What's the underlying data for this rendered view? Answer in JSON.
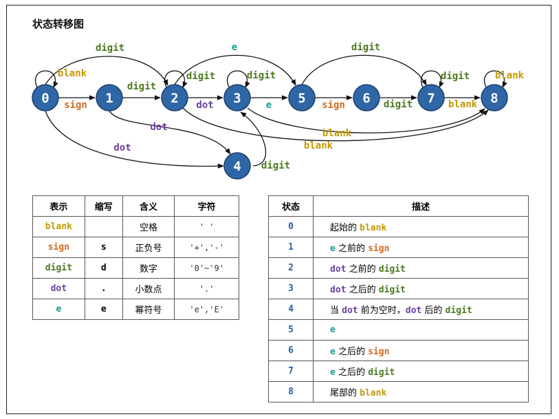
{
  "title": "状态转移图",
  "colors": {
    "node_fill": "#2f66a6",
    "node_stroke": "#1d3f6e",
    "blank": "#c49a00",
    "sign": "#d2691e",
    "digit": "#4a7a1e",
    "dot": "#6b3fa0",
    "e": "#129c94"
  },
  "nodes": [
    "0",
    "1",
    "2",
    "3",
    "4",
    "5",
    "6",
    "7",
    "8"
  ],
  "edges": [
    {
      "from": "0",
      "to": "0",
      "label": "blank"
    },
    {
      "from": "0",
      "to": "1",
      "label": "sign"
    },
    {
      "from": "0",
      "to": "2",
      "label": "digit"
    },
    {
      "from": "0",
      "to": "4",
      "label": "dot"
    },
    {
      "from": "1",
      "to": "2",
      "label": "digit"
    },
    {
      "from": "1",
      "to": "4",
      "label": "dot"
    },
    {
      "from": "2",
      "to": "2",
      "label": "digit"
    },
    {
      "from": "2",
      "to": "3",
      "label": "dot"
    },
    {
      "from": "2",
      "to": "5",
      "label": "e"
    },
    {
      "from": "2",
      "to": "8",
      "label": "blank"
    },
    {
      "from": "3",
      "to": "3",
      "label": "digit"
    },
    {
      "from": "3",
      "to": "5",
      "label": "e"
    },
    {
      "from": "3",
      "to": "8",
      "label": "blank"
    },
    {
      "from": "4",
      "to": "3",
      "label": "digit"
    },
    {
      "from": "5",
      "to": "6",
      "label": "sign"
    },
    {
      "from": "5",
      "to": "7",
      "label": "digit"
    },
    {
      "from": "6",
      "to": "7",
      "label": "digit"
    },
    {
      "from": "7",
      "to": "7",
      "label": "digit"
    },
    {
      "from": "7",
      "to": "8",
      "label": "blank"
    },
    {
      "from": "8",
      "to": "8",
      "label": "blank"
    }
  ],
  "symbol_table": {
    "headers": [
      "表示",
      "缩写",
      "含义",
      "字符"
    ],
    "rows": [
      {
        "symbol": "blank",
        "abbr": "",
        "meaning": "空格",
        "chars": "' '"
      },
      {
        "symbol": "sign",
        "abbr": "s",
        "meaning": "正负号",
        "chars": "'+','-'"
      },
      {
        "symbol": "digit",
        "abbr": "d",
        "meaning": "数字",
        "chars": "'0'~'9'"
      },
      {
        "symbol": "dot",
        "abbr": ".",
        "meaning": "小数点",
        "chars": "'.'"
      },
      {
        "symbol": "e",
        "abbr": "e",
        "meaning": "幂符号",
        "chars": "'e','E'"
      }
    ]
  },
  "state_table": {
    "headers": [
      "状态",
      "描述"
    ],
    "rows": [
      {
        "state": "0",
        "parts": [
          {
            "t": "起始的 ",
            "k": ""
          },
          {
            "t": "blank",
            "k": "blank"
          }
        ]
      },
      {
        "state": "1",
        "parts": [
          {
            "t": "e",
            "k": "e"
          },
          {
            "t": " 之前的 ",
            "k": ""
          },
          {
            "t": "sign",
            "k": "sign"
          }
        ]
      },
      {
        "state": "2",
        "parts": [
          {
            "t": "dot",
            "k": "dot"
          },
          {
            "t": " 之前的 ",
            "k": ""
          },
          {
            "t": "digit",
            "k": "digit"
          }
        ]
      },
      {
        "state": "3",
        "parts": [
          {
            "t": "dot",
            "k": "dot"
          },
          {
            "t": " 之后的 ",
            "k": ""
          },
          {
            "t": "digit",
            "k": "digit"
          }
        ]
      },
      {
        "state": "4",
        "parts": [
          {
            "t": "当 ",
            "k": ""
          },
          {
            "t": "dot",
            "k": "dot"
          },
          {
            "t": " 前为空时，",
            "k": ""
          },
          {
            "t": "dot",
            "k": "dot"
          },
          {
            "t": " 后的 ",
            "k": ""
          },
          {
            "t": "digit",
            "k": "digit"
          }
        ]
      },
      {
        "state": "5",
        "parts": [
          {
            "t": "e",
            "k": "e"
          }
        ]
      },
      {
        "state": "6",
        "parts": [
          {
            "t": "e",
            "k": "e"
          },
          {
            "t": " 之后的 ",
            "k": ""
          },
          {
            "t": "sign",
            "k": "sign"
          }
        ]
      },
      {
        "state": "7",
        "parts": [
          {
            "t": "e",
            "k": "e"
          },
          {
            "t": " 之后的 ",
            "k": ""
          },
          {
            "t": "digit",
            "k": "digit"
          }
        ]
      },
      {
        "state": "8",
        "parts": [
          {
            "t": "尾部的 ",
            "k": ""
          },
          {
            "t": "blank",
            "k": "blank"
          }
        ]
      }
    ]
  }
}
